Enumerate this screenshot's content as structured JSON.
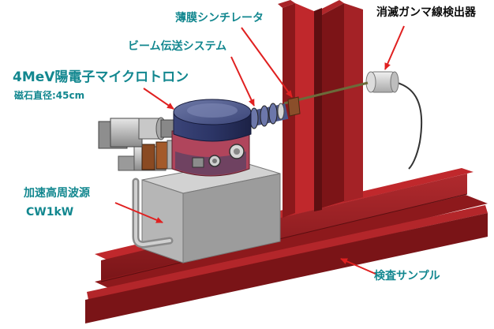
{
  "labels": {
    "thin_film_scintillator": "薄膜シンチレータ",
    "annihilation_gamma_detector": "消滅ガンマ線検出器",
    "beam_transport_system": "ビーム伝送システム",
    "microtron_name": "4MeV陽電子マイクロトロン",
    "magnet_diameter": "磁石直径:45cm",
    "rf_power_source": "加速高周波源",
    "rf_power": "CW1kW",
    "inspection_sample": "検査サンプル"
  },
  "colors": {
    "label_teal": "#12878f",
    "arrow_red": "#e02020",
    "beam_red": "#9e1b20",
    "magnet_blue": "#2a3566",
    "chamber_pink": "#b0455c",
    "box_gray": "#b6b6b6"
  }
}
